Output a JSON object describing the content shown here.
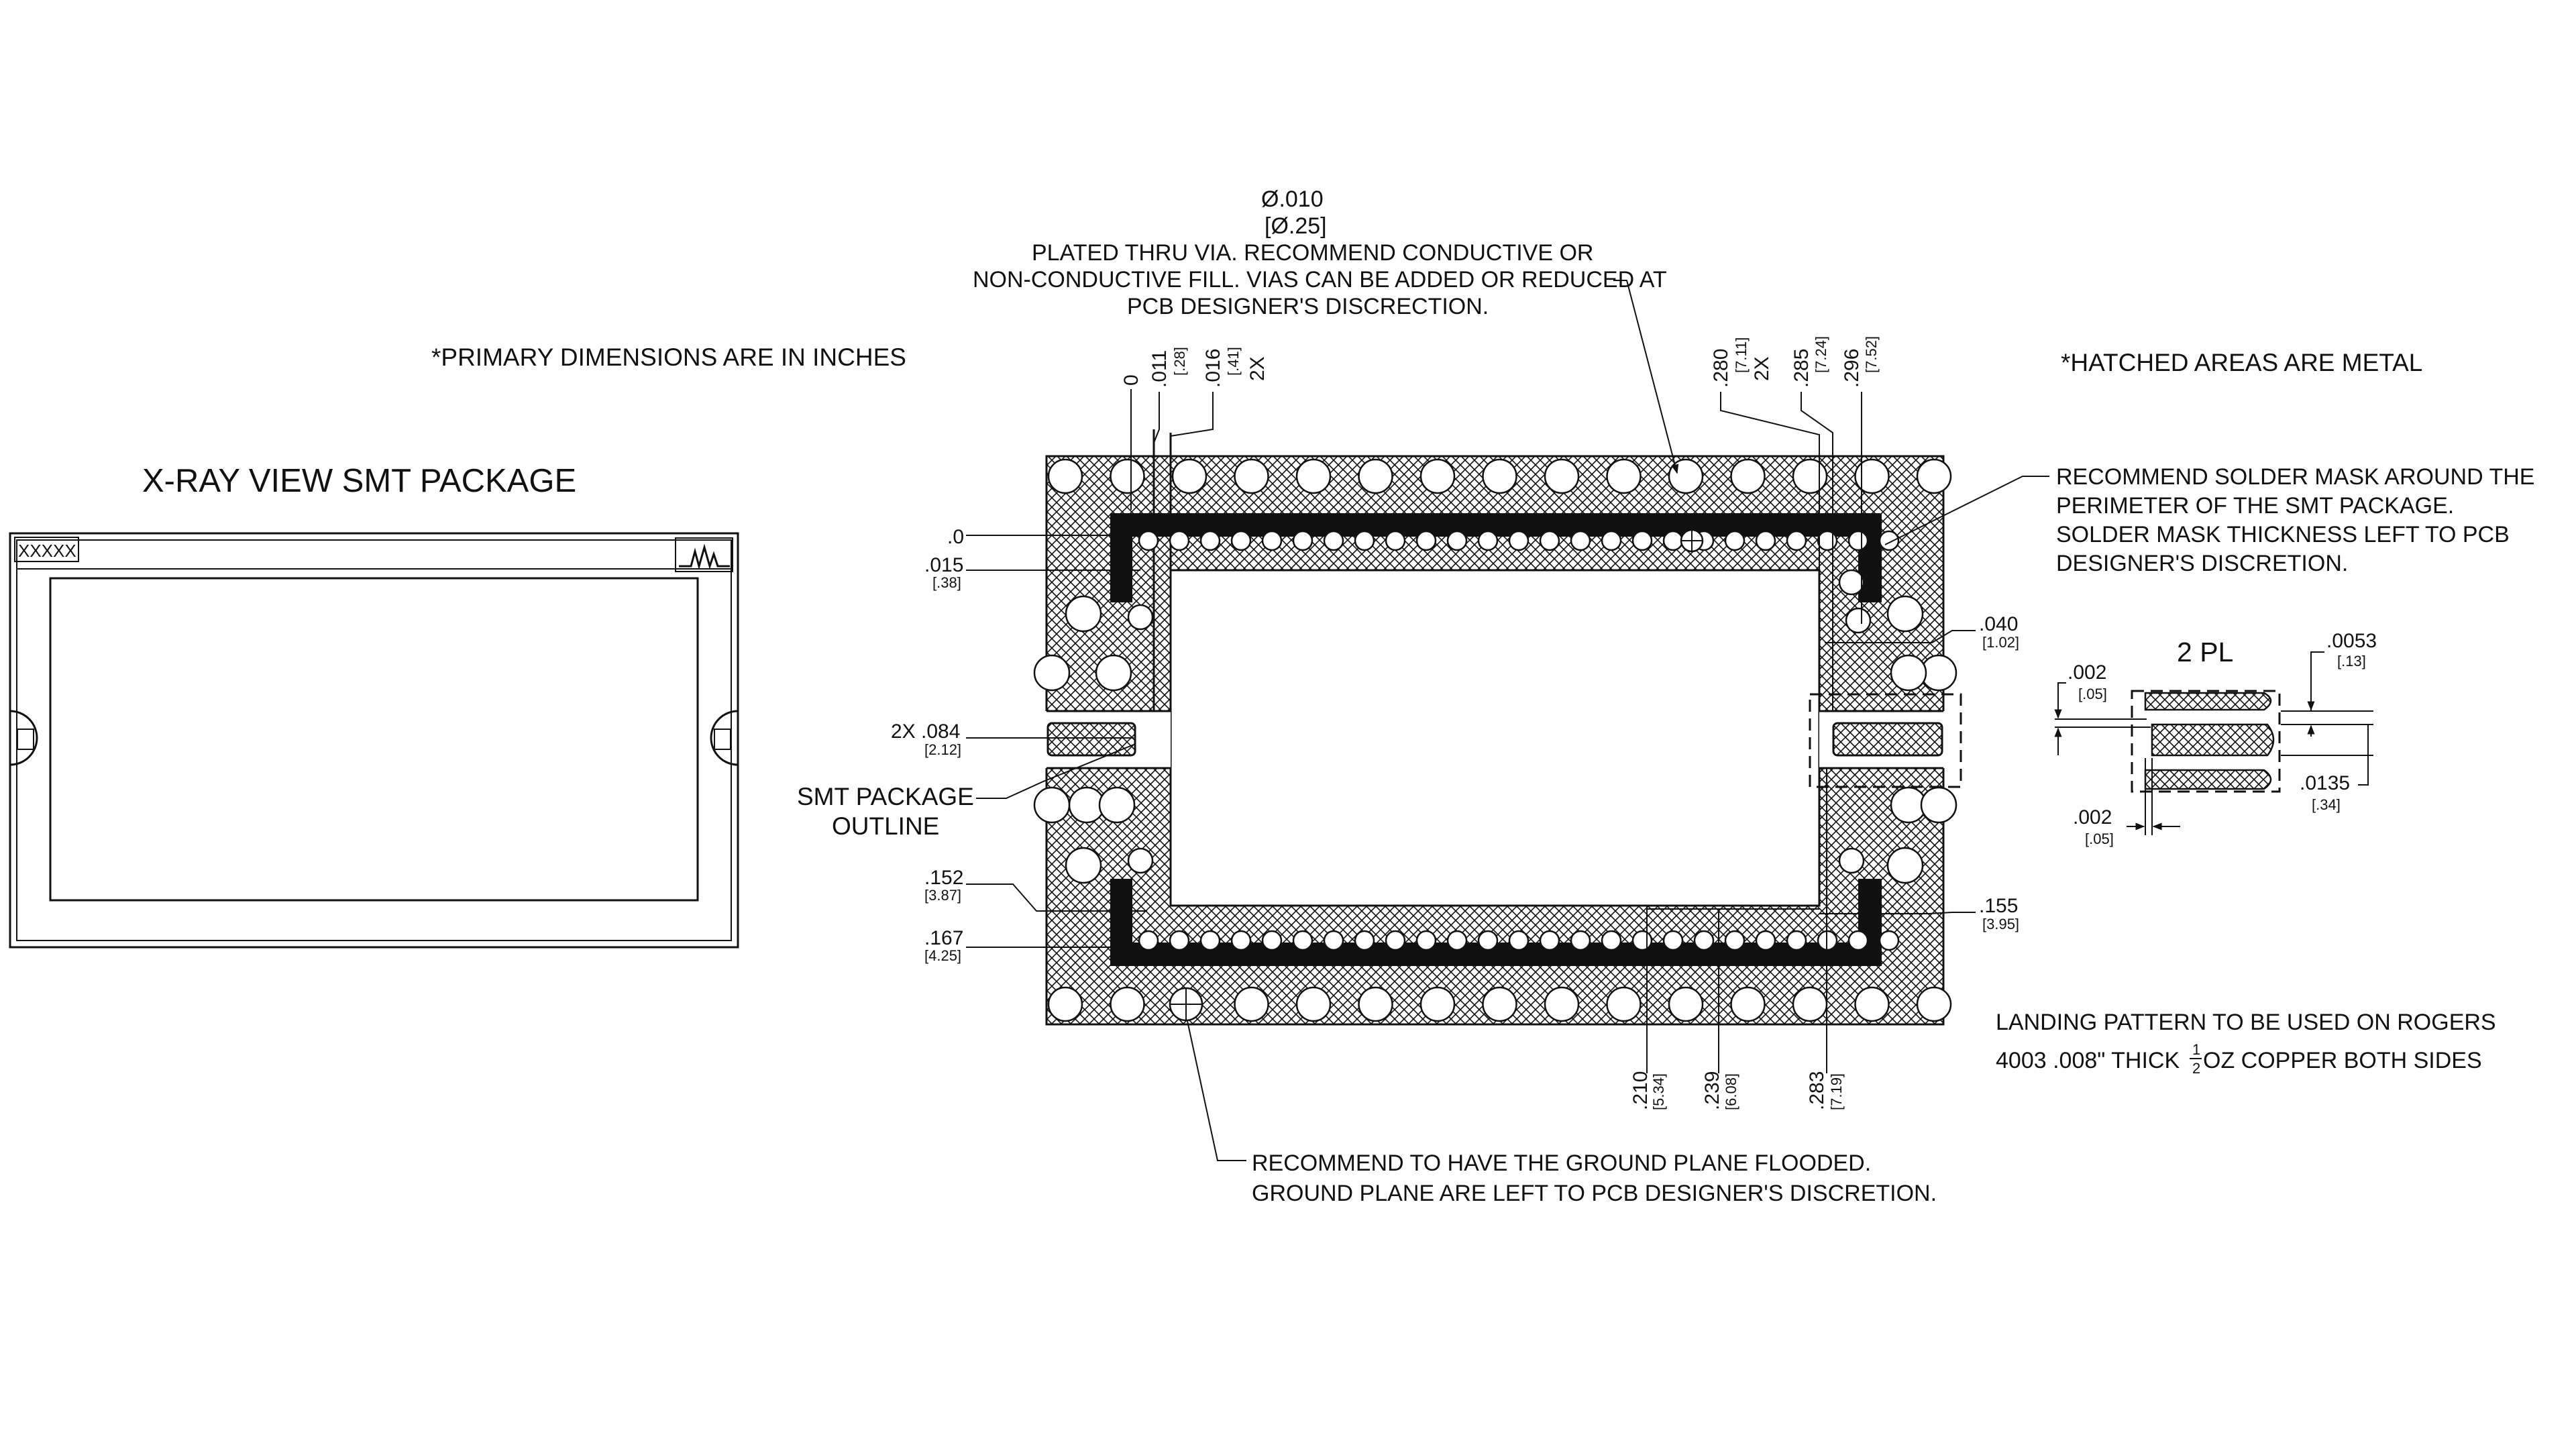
{
  "notes": {
    "primary_dims": "*PRIMARY DIMENSIONS ARE IN INCHES",
    "hatched_metal": "*HATCHED AREAS ARE METAL",
    "xray_title": "X-RAY VIEW SMT PACKAGE",
    "package_mark": "XXXXX",
    "via_dia": "Ø.010",
    "via_dia_mm": "[Ø.25]",
    "via_note_1": "PLATED THRU VIA. RECOMMEND CONDUCTIVE OR",
    "via_note_2": "NON-CONDUCTIVE FILL. VIAS CAN BE ADDED OR REDUCED AT",
    "via_note_3": "PCB DESIGNER'S DISCRECTION.",
    "mask_note_1": "RECOMMEND SOLDER MASK AROUND THE",
    "mask_note_2": "PERIMETER OF THE SMT PACKAGE.",
    "mask_note_3": "SOLDER MASK THICKNESS LEFT TO PCB",
    "mask_note_4": "DESIGNER'S DISCRETION.",
    "outline_label_1": "SMT PACKAGE",
    "outline_label_2": "OUTLINE",
    "ground_note_1": "RECOMMEND TO HAVE THE GROUND PLANE FLOODED.",
    "ground_note_2": "GROUND PLANE ARE LEFT TO PCB DESIGNER'S DISCRETION.",
    "landing_1": "LANDING PATTERN TO BE USED ON ROGERS",
    "landing_2a": "4003 .008\" THICK ",
    "landing_half_num": "1",
    "landing_half_den": "2",
    "landing_2b": " OZ COPPER BOTH SIDES",
    "detail_label": "2 PL"
  },
  "dims": {
    "top_0": "0",
    "top_011": ".011",
    "top_011_mm": "[.28]",
    "top_016": ".016",
    "top_016_mm": "[.41]",
    "top_016_qty": "2X",
    "top_280": ".280",
    "top_280_mm": "[7.11]",
    "top_280_qty": "2X",
    "top_285": ".285",
    "top_285_mm": "[7.24]",
    "top_296": ".296",
    "top_296_mm": "[7.52]",
    "left_0": ".0",
    "left_015": ".015",
    "left_015_mm": "[.38]",
    "left_084": "2X .084",
    "left_084_mm": "[2.12]",
    "left_152": ".152",
    "left_152_mm": "[3.87]",
    "left_167": ".167",
    "left_167_mm": "[4.25]",
    "right_040": ".040",
    "right_040_mm": "[1.02]",
    "right_155": ".155",
    "right_155_mm": "[3.95]",
    "bot_210": ".210",
    "bot_210_mm": "[5.34]",
    "bot_239": ".239",
    "bot_239_mm": "[6.08]",
    "bot_283": ".283",
    "bot_283_mm": "[7.19]",
    "det_002a": ".002",
    "det_002a_mm": "[.05]",
    "det_0053": ".0053",
    "det_0053_mm": "[.13]",
    "det_0135": ".0135",
    "det_0135_mm": "[.34]",
    "det_002b": ".002",
    "det_002b_mm": "[.05]"
  },
  "colors": {
    "ink": "#111111",
    "paper": "#ffffff"
  }
}
